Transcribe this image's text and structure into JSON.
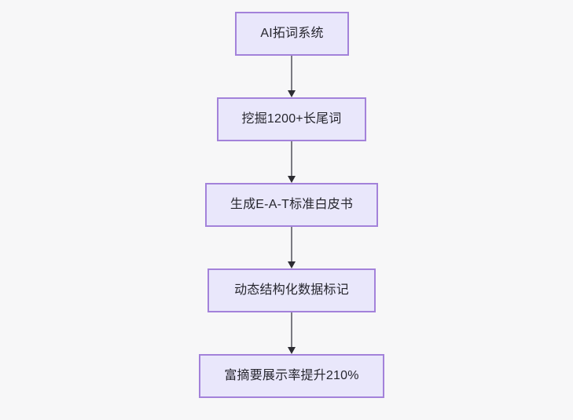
{
  "diagram": {
    "type": "flowchart",
    "direction": "top-to-bottom",
    "background_color": "#f7f7f8",
    "node_fill_color": "#e9e7fb",
    "node_border_color": "#a382da",
    "connector_color": "#7b7b82",
    "arrowhead_color": "#2c2c32",
    "text_color": "#26262e",
    "nodes": [
      {
        "id": "n1",
        "label": "AI拓词系统"
      },
      {
        "id": "n2",
        "label": "挖掘1200+长尾词"
      },
      {
        "id": "n3",
        "label": "生成E-A-T标准白皮书"
      },
      {
        "id": "n4",
        "label": "动态结构化数据标记"
      },
      {
        "id": "n5",
        "label": "富摘要展示率提升210%"
      }
    ],
    "edges": [
      {
        "from": "n1",
        "to": "n2"
      },
      {
        "from": "n2",
        "to": "n3"
      },
      {
        "from": "n3",
        "to": "n4"
      },
      {
        "from": "n4",
        "to": "n5"
      }
    ]
  }
}
